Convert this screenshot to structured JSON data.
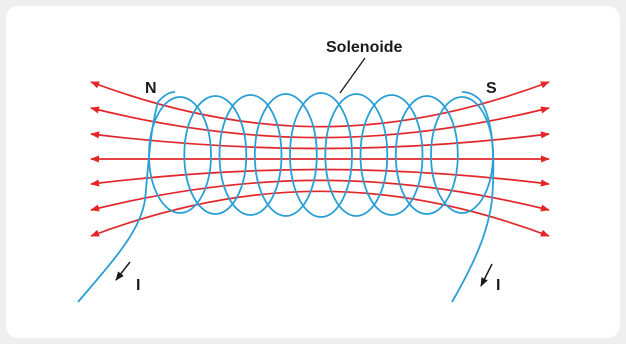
{
  "diagram": {
    "title": "Solenoide",
    "pole_north": "N",
    "pole_south": "S",
    "current_left": "I",
    "current_right": "I"
  },
  "colors": {
    "field_lines": "#e3262a",
    "coil": "#2a9fd6",
    "text": "#1a1a1a",
    "background": "#efefef",
    "card": "#ffffff"
  },
  "coil": {
    "turns": 9
  },
  "field_lines": {
    "count": 7
  }
}
